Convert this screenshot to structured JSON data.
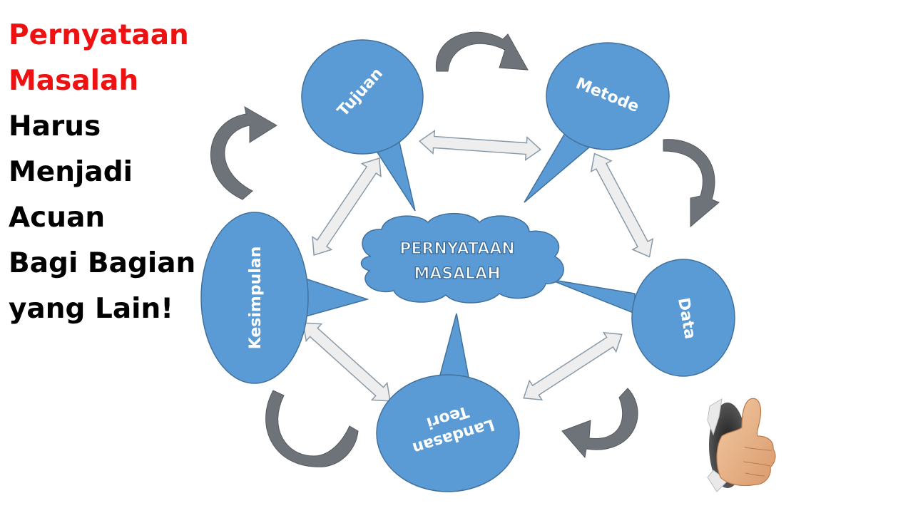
{
  "headline": {
    "line1": "Pernyataan",
    "line2": "Masalah",
    "line3": "Harus",
    "line4": "Menjadi",
    "line5": "Acuan",
    "line6": "Bagi Bagian",
    "line7": "yang Lain!"
  },
  "diagram": {
    "center_line1": "PERNYATAAN",
    "center_line2": "MASALAH",
    "nodes": {
      "tujuan": "Tujuan",
      "metode": "Metode",
      "data": "Data",
      "landasan_line1": "Landasan",
      "landasan_line2": "Teori",
      "kesimpulan": "Kesimpulan"
    }
  },
  "colors": {
    "bubble": "#5b9bd5",
    "bubble_edge": "#41719c",
    "accent_red": "#ee1111",
    "curved_arrow": "#6d7378",
    "double_arrow_fill": "#eeeeee",
    "double_arrow_edge": "#8a9aa8"
  },
  "icons": [
    "thumbs-up-icon"
  ]
}
